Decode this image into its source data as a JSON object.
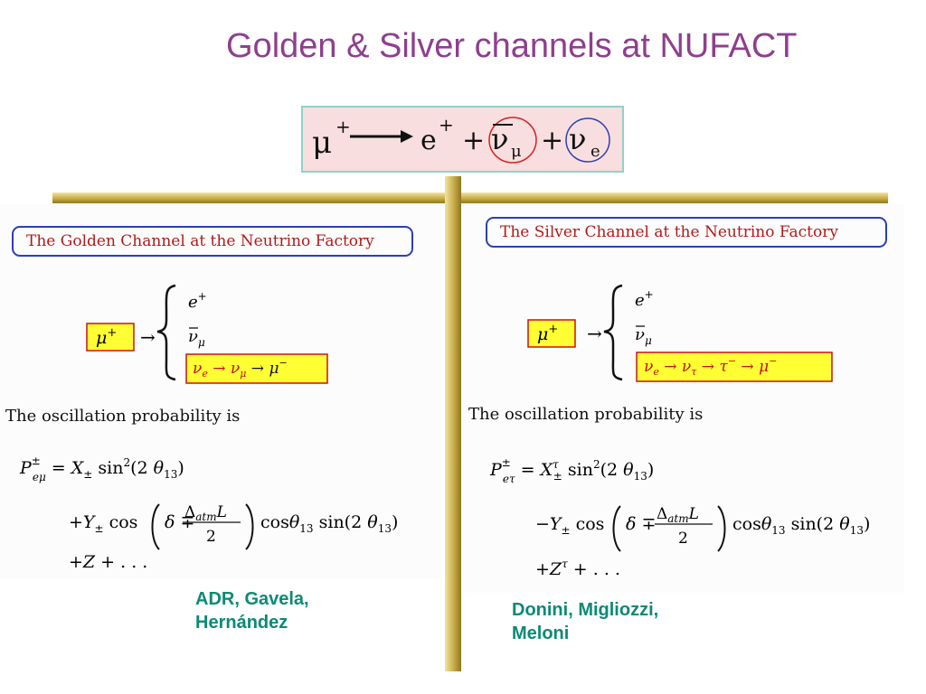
{
  "slide_title": "Golden & Silver channels at NUFACT",
  "decay": {
    "parent": "μ",
    "parent_charge": "+",
    "positron": "e",
    "positron_charge": "+",
    "plus": "+",
    "antineutrino": "ν",
    "antineutrino_flavor": "μ",
    "neutrino": "ν",
    "neutrino_flavor": "e"
  },
  "golden": {
    "title": "The Golden Channel at the Neutrino Factory",
    "oscillation_text": "The oscillation probability is",
    "reference_line1": "ADR, Gavela,",
    "reference_line2": "Hernández"
  },
  "silver": {
    "title": "The Silver Channel at the Neutrino Factory",
    "oscillation_text": "The oscillation probability is",
    "reference_line1": "Donini, Migliozzi,",
    "reference_line2": "Meloni"
  },
  "colors": {
    "title": "#8e3f8e",
    "channel_title_text": "#b11a1a",
    "channel_title_border": "#2b3fb4",
    "highlight_fill": "#ffff33",
    "highlight_border": "#cc1111",
    "reference_text": "#0b8a75",
    "decay_box_fill": "#f8dede",
    "gold_bar": "#c9ad45"
  }
}
